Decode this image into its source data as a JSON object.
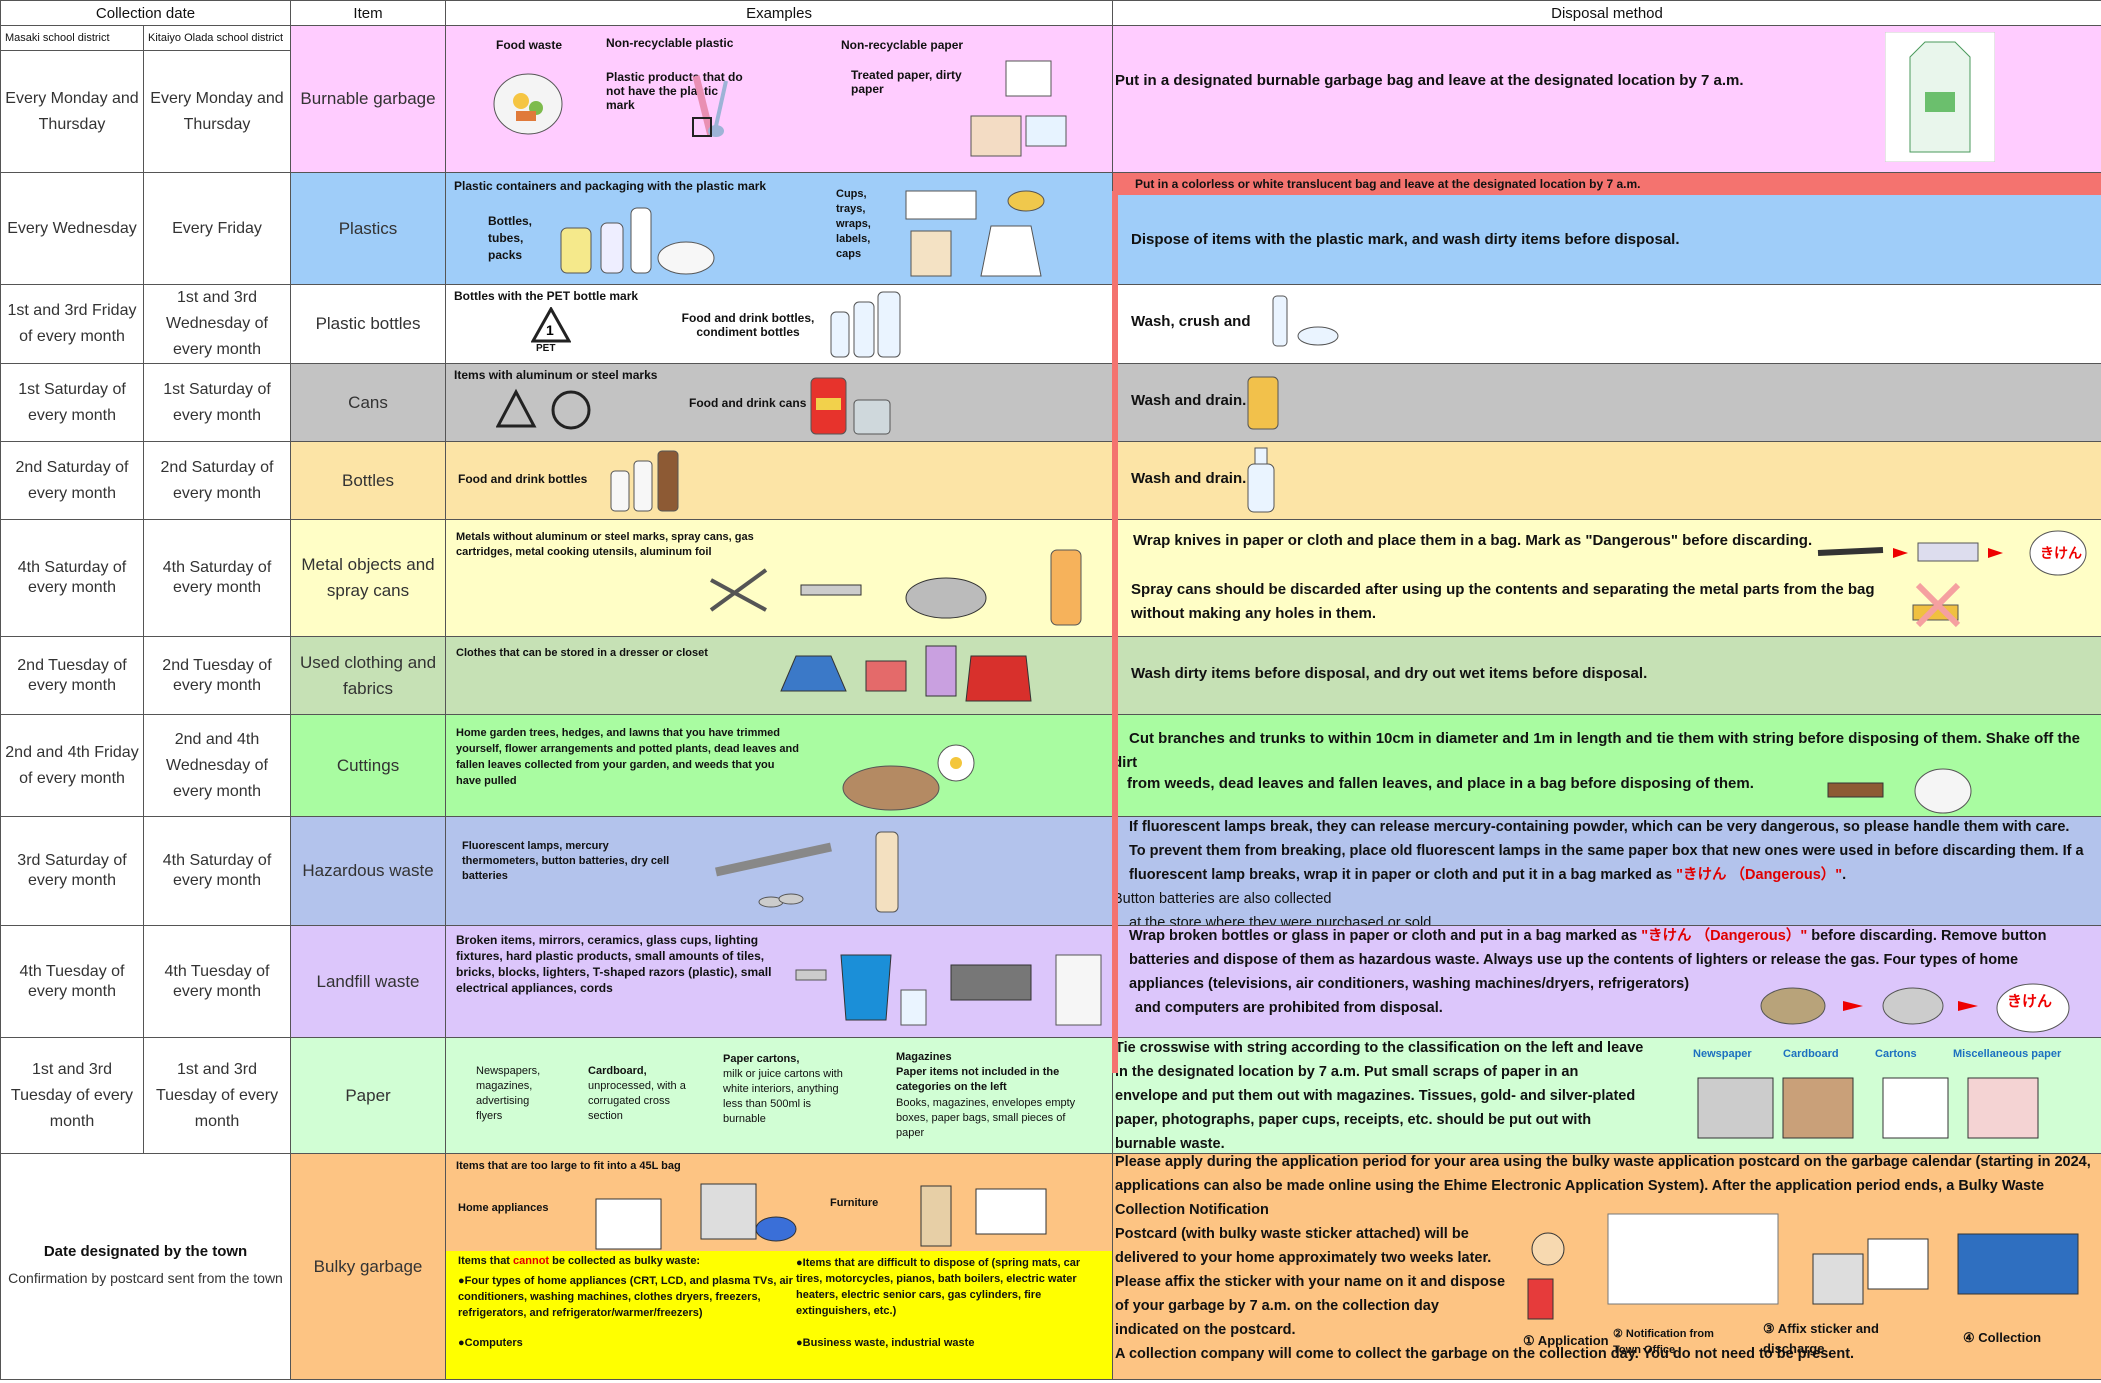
{
  "header": {
    "collection_date": "Collection date",
    "item": "Item",
    "examples": "Examples",
    "disposal": "Disposal method",
    "district1": "Masaki school district",
    "district2": "Kitaiyo Olada school district"
  },
  "rows": {
    "burnable": {
      "d1": "Every Monday and Thursday",
      "d2": "Every Monday and Thursday",
      "item": "Burnable garbage",
      "ex_food": "Food waste",
      "ex_nonrec_plastic": "Non-recyclable plastic",
      "ex_plastic_products": "Plastic products that do not have the plastic mark",
      "ex_nonrec_paper": "Non-recyclable paper",
      "ex_treated": "Treated paper, dirty paper",
      "disposal": "Put in a designated burnable garbage bag and leave at the designated location by 7 a.m."
    },
    "plastics": {
      "d1": "Every Wednesday",
      "d2": "Every Friday",
      "item": "Plastics",
      "ex_containers": "Plastic containers and packaging  with the plastic mark",
      "ex_bottles": "Bottles, tubes, packs",
      "ex_cups": "Cups, trays, wraps, labels, caps",
      "banner": "Put in a colorless or white translucent bag and leave at the designated location by 7 a.m.",
      "disposal": "Dispose of items with the plastic mark, and wash dirty items before disposal."
    },
    "pet": {
      "d1": "1st and 3rd Friday of every month",
      "d2": "1st and 3rd Wednesday of every month",
      "item": "Plastic bottles",
      "ex_mark": "Bottles with the PET bottle mark",
      "ex_pet": "PET",
      "ex_food": "Food and drink bottles, condiment bottles",
      "disposal": "Wash, crush and"
    },
    "cans": {
      "d1": "1st Saturday of every month",
      "d2": "1st Saturday of every month",
      "item": "Cans",
      "ex_marks": "Items with aluminum or steel marks",
      "ex_food": "Food and drink cans",
      "disposal": "Wash and drain."
    },
    "bottles": {
      "d1": "2nd Saturday of every month",
      "d2": "2nd Saturday of every month",
      "item": "Bottles",
      "ex_food": "Food and drink bottles",
      "disposal": "Wash and drain."
    },
    "metal": {
      "d1": "4th Saturday of every month",
      "d2": "4th Saturday of every month",
      "item": "Metal objects and spray cans",
      "ex": "Metals without aluminum or steel marks, spray cans,  gas cartridges, metal cooking utensils, aluminum foil",
      "disposal1": "Wrap knives in paper or cloth and place them in a bag. Mark as \"Dangerous\" before discarding.",
      "disposal2": "Spray cans should be discarded after using up the contents and separating the metal parts from the bag without making any holes in them.",
      "kiken": "きけん"
    },
    "clothing": {
      "d1": "2nd Tuesday of every month",
      "d2": "2nd Tuesday of every month",
      "item": "Used clothing and fabrics",
      "ex": "Clothes that can  be stored in a dresser or closet",
      "disposal": "Wash dirty items before disposal, and dry out wet items before disposal."
    },
    "cuttings": {
      "d1": "2nd and 4th Friday of every month",
      "d2": "2nd and 4th Wednesday of every month",
      "item": "Cuttings",
      "ex": "Home garden trees, hedges, and lawns that you have trimmed yourself, flower arrangements and potted plants, dead leaves and fallen leaves collected from your garden, and weeds that you have pulled",
      "disposal1": "Cut branches and trunks to within 10cm in diameter and 1m in length and tie them with string before disposing of them. Shake off the dirt",
      "disposal2": "from weeds, dead leaves and fallen leaves, and place in a bag before disposing of them."
    },
    "hazardous": {
      "d1": "3rd Saturday of every month",
      "d2": "4th Saturday of every month",
      "item": "Hazardous waste",
      "ex": "Fluorescent lamps, mercury thermometers, button batteries, dry cell batteries",
      "disposal_a": "If fluorescent lamps break, they can release mercury-containing powder, which can be very dangerous, so please handle them     with care. To prevent them from breaking, place old fluorescent lamps in the same paper box that new ones were used in before discarding them. If a fluorescent lamp breaks, wrap it in paper or cloth and put it in a bag marked as ",
      "disposal_red": "\"きけん （Dangerous）\"",
      "disposal_b": ".",
      "disposal_c": "Button batteries are also collected",
      "disposal_d": "at the store where they were purchased or sold."
    },
    "landfill": {
      "d1": "4th Tuesday of every month",
      "d2": "4th Tuesday of every month",
      "item": "Landfill waste",
      "ex": "Broken items, mirrors, ceramics, glass cups, lighting fixtures, hard plastic products, small amounts of tiles, bricks, blocks, lighters, T-shaped razors (plastic), small electrical appliances, cords",
      "disposal_a": "Wrap broken bottles or glass in paper or cloth and put in a bag marked as ",
      "disposal_red": "\"きけん （Dangerous）\"",
      "disposal_b": " before discarding. Remove button batteries and dispose of them as hazardous waste. Always use up the contents of lighters or release the gas. Four types of home appliances (televisions, air conditioners, washing machines/dryers, refrigerators)",
      "disposal_c": "and computers are prohibited from disposal.",
      "kiken": "きけん"
    },
    "paper": {
      "d1": "1st and 3rd Tuesday of every month",
      "d2": "1st and 3rd Tuesday of every month",
      "item": "Paper",
      "ex_news": "Newspapers, magazines, advertising flyers",
      "ex_card_t": "Cardboard,",
      "ex_card": "unprocessed, with a corrugated cross section",
      "ex_cart_t": "Paper cartons,",
      "ex_cart": "milk or juice cartons with white interiors, anything less than 500ml is burnable",
      "ex_mag_t": "Magazines",
      "ex_mag_b": "Paper items not included in the categories on the left",
      "ex_mag": "Books, magazines, envelopes empty  boxes, paper bags, small pieces of paper",
      "disposal": "Tie crosswise with string according to the classification on the left and leave in the designated location by 7 a.m. Put small scraps of paper in an envelope and put them out with magazines. Tissues, gold- and silver-plated paper, photographs, paper cups, receipts, etc. should be  put out with burnable waste.",
      "lbl_news": "Newspaper",
      "lbl_card": "Cardboard",
      "lbl_cart": "Cartons",
      "lbl_misc": "Miscellaneous  paper"
    },
    "bulky": {
      "d_title": "Date designated by the town",
      "d_sub": "Confirmation by postcard sent from the town",
      "item": "Bulky garbage",
      "ex_large": "Items that are too large to fit into a 45L bag",
      "ex_home": "Home appliances",
      "ex_furn": "Furniture",
      "cannot_a": "Items that ",
      "cannot_red": "cannot",
      "cannot_b": " be collected as bulky waste:",
      "cannot_1": "●Four types of home appliances (CRT, LCD, and plasma TVs, air conditioners, washing machines, clothes dryers, freezers, refrigerators, and refrigerator/warmer/freezers)",
      "cannot_2": "●Computers",
      "difficult_1": "●Items that are difficult to dispose of (spring mats, car tires, motorcycles, pianos, bath boilers, electric water heaters, electric senior cars, gas cylinders, fire extinguishers, etc.)",
      "difficult_2": "●Business waste, industrial waste",
      "disposal1": "Please apply during the application period for your area using the bulky waste application postcard on the garbage calendar (starting in 2024, applications can also be made online using the Ehime Electronic Application System). After the application period ends, a Bulky Waste Collection Notification",
      "disposal2": "Postcard (with bulky waste sticker attached) will be delivered to your home approximately two weeks later. Please affix the sticker with your name on it and dispose of your garbage  by 7 a.m. on the collection day indicated on the postcard.",
      "disposal3": "A collection company will come to collect the garbage on the collection day. You do not need to be present.",
      "step1": "① Application",
      "step2": "② Notification from Town Office",
      "step3": "③ Affix sticker and discharge",
      "step4": "④ Collection"
    }
  }
}
